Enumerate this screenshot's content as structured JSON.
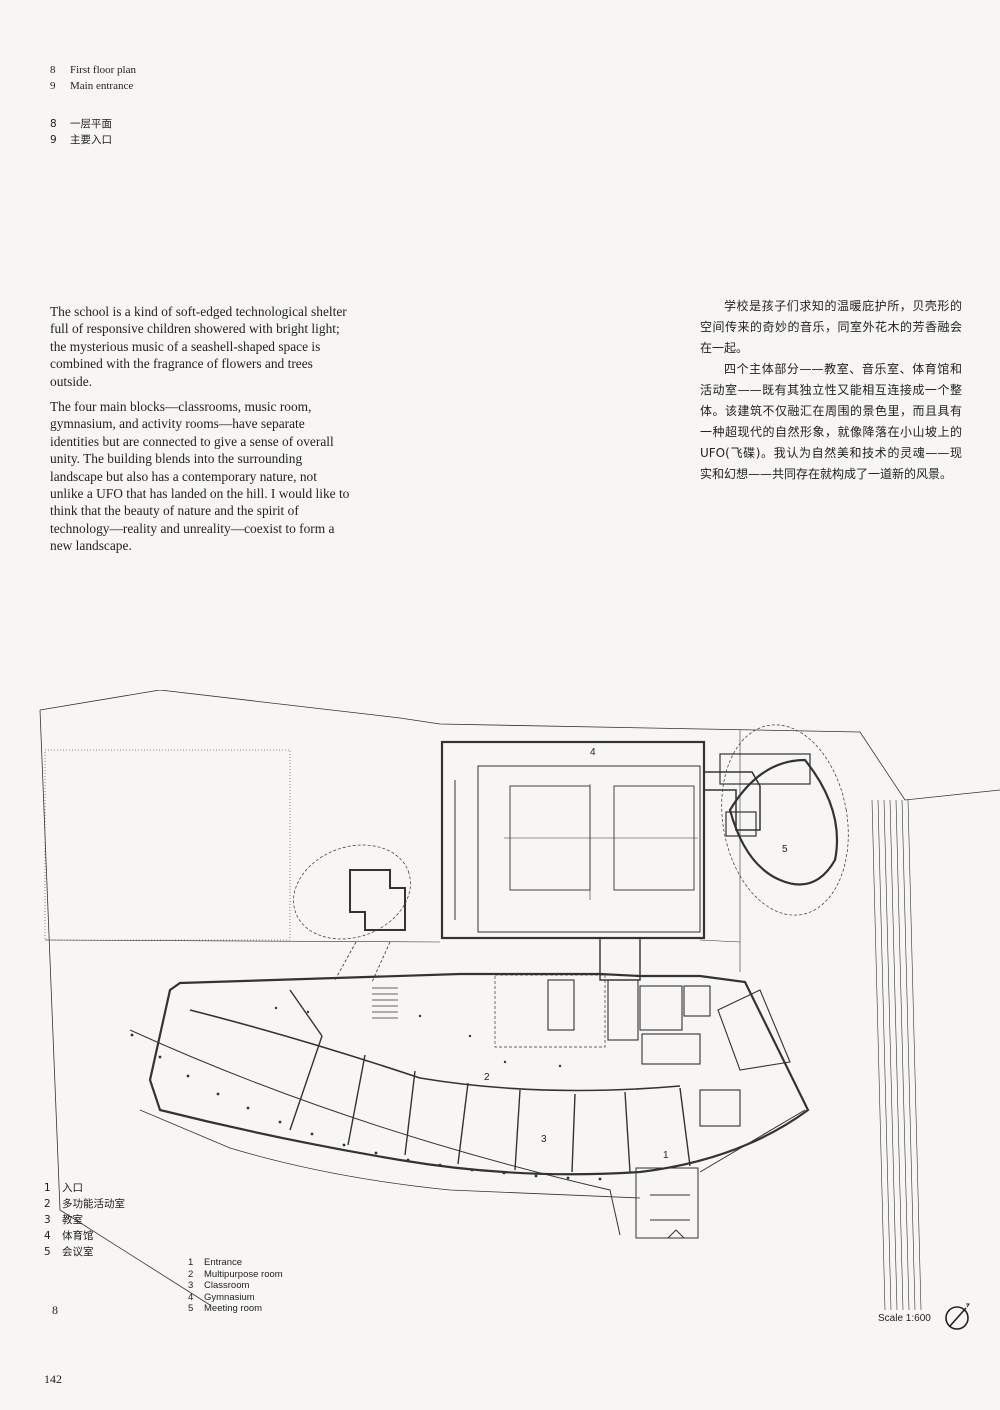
{
  "captions_en": [
    {
      "num": "8",
      "text": "First floor plan"
    },
    {
      "num": "9",
      "text": "Main entrance"
    }
  ],
  "captions_cn": [
    {
      "num": "8",
      "text": "一层平面"
    },
    {
      "num": "9",
      "text": "主要入口"
    }
  ],
  "body_en": [
    "The school is a kind of soft-edged technological shelter full of responsive children showered with bright light; the mysterious music of a seashell-shaped space is combined with the fragrance of flowers and trees outside.",
    "The four main blocks—classrooms, music room, gymnasium, and activity rooms—have separate identities but are connected to give a sense of overall unity. The building blends into the surrounding landscape but also has a contemporary nature, not unlike a UFO that has landed on the hill. I would like to think that the beauty of nature and the spirit of technology—reality and unreality—coexist to form a new landscape."
  ],
  "body_cn": [
    "学校是孩子们求知的温暖庇护所，贝壳形的空间传来的奇妙的音乐，同室外花木的芳香融会在一起。",
    "四个主体部分——教室、音乐室、体育馆和活动室——既有其独立性又能相互连接成一个整体。该建筑不仅融汇在周围的景色里，而且具有一种超现代的自然形象，就像降落在小山坡上的UFO(飞碟)。我认为自然美和技术的灵魂——现实和幻想——共同存在就构成了一道新的风景。"
  ],
  "plan": {
    "room_labels": {
      "entrance": "1",
      "multipurpose": "2",
      "classroom": "3",
      "gymnasium": "4",
      "meeting": "5"
    }
  },
  "legend_cn": [
    {
      "num": "1",
      "text": "入口"
    },
    {
      "num": "2",
      "text": "多功能活动室"
    },
    {
      "num": "3",
      "text": "教室"
    },
    {
      "num": "4",
      "text": "体育馆"
    },
    {
      "num": "5",
      "text": "会议室"
    }
  ],
  "legend_en": [
    {
      "num": "1",
      "text": "Entrance"
    },
    {
      "num": "2",
      "text": "Multipurpose room"
    },
    {
      "num": "3",
      "text": "Classroom"
    },
    {
      "num": "4",
      "text": "Gymnasium"
    },
    {
      "num": "5",
      "text": "Meeting room"
    }
  ],
  "figure_number": "8",
  "scale": "Scale 1:600",
  "page_number": "142",
  "north_arrow_icon": "north-arrow-icon"
}
